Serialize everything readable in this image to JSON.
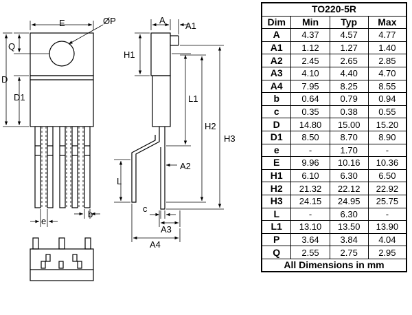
{
  "drawing": {
    "labels": {
      "E": "E",
      "OP": "ØP",
      "Q": "Q",
      "D": "D",
      "D1": "D1",
      "e": "e",
      "b": "b",
      "A": "A",
      "A1": "A1",
      "H1": "H1",
      "L1": "L1",
      "H2": "H2",
      "H3": "H3",
      "A2": "A2",
      "L": "L",
      "c": "c",
      "A3": "A3",
      "A4": "A4"
    }
  },
  "table": {
    "title": "TO220-5R",
    "headers": [
      "Dim",
      "Min",
      "Typ",
      "Max"
    ],
    "rows": [
      {
        "dim": "A",
        "min": "4.37",
        "typ": "4.57",
        "max": "4.77"
      },
      {
        "dim": "A1",
        "min": "1.12",
        "typ": "1.27",
        "max": "1.40"
      },
      {
        "dim": "A2",
        "min": "2.45",
        "typ": "2.65",
        "max": "2.85"
      },
      {
        "dim": "A3",
        "min": "4.10",
        "typ": "4.40",
        "max": "4.70"
      },
      {
        "dim": "A4",
        "min": "7.95",
        "typ": "8.25",
        "max": "8.55"
      },
      {
        "dim": "b",
        "min": "0.64",
        "typ": "0.79",
        "max": "0.94"
      },
      {
        "dim": "c",
        "min": "0.35",
        "typ": "0.38",
        "max": "0.55"
      },
      {
        "dim": "D",
        "min": "14.80",
        "typ": "15.00",
        "max": "15.20"
      },
      {
        "dim": "D1",
        "min": "8.50",
        "typ": "8.70",
        "max": "8.90"
      },
      {
        "dim": "e",
        "min": "-",
        "typ": "1.70",
        "max": "-"
      },
      {
        "dim": "E",
        "min": "9.96",
        "typ": "10.16",
        "max": "10.36"
      },
      {
        "dim": "H1",
        "min": "6.10",
        "typ": "6.30",
        "max": "6.50"
      },
      {
        "dim": "H2",
        "min": "21.32",
        "typ": "22.12",
        "max": "22.92"
      },
      {
        "dim": "H3",
        "min": "24.15",
        "typ": "24.95",
        "max": "25.75"
      },
      {
        "dim": "L",
        "min": "-",
        "typ": "6.30",
        "max": "-"
      },
      {
        "dim": "L1",
        "min": "13.10",
        "typ": "13.50",
        "max": "13.90"
      },
      {
        "dim": "P",
        "min": "3.64",
        "typ": "3.84",
        "max": "4.04"
      },
      {
        "dim": "Q",
        "min": "2.55",
        "typ": "2.75",
        "max": "2.95"
      }
    ],
    "footer": "All Dimensions in mm"
  }
}
